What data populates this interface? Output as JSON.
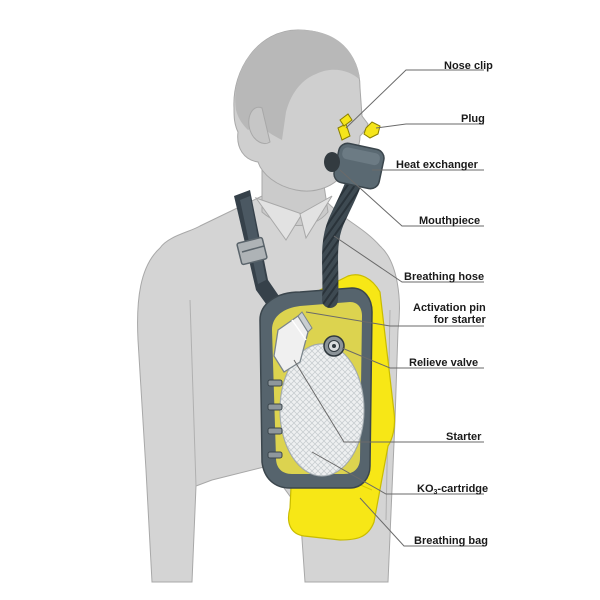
{
  "colors": {
    "body": "#d4d4d4",
    "body_outline": "#a5a5a5",
    "device": "#4f5d66",
    "yellow": "#f7e716",
    "leader": "#6a6a6a"
  },
  "labels": {
    "nose_clip": "Nose clip",
    "plug": "Plug",
    "heat_exchanger": "Heat exchanger",
    "mouthpiece": "Mouthpiece",
    "breathing_hose": "Breathing hose",
    "activation_pin_line1": "Activation pin",
    "activation_pin_line2": "for starter",
    "relieve_valve": "Relieve valve",
    "starter": "Starter",
    "ko3_cartridge_prefix": "KO",
    "ko3_cartridge_sub": "3",
    "ko3_cartridge_suffix": "-cartridge",
    "breathing_bag": "Breathing bag"
  }
}
